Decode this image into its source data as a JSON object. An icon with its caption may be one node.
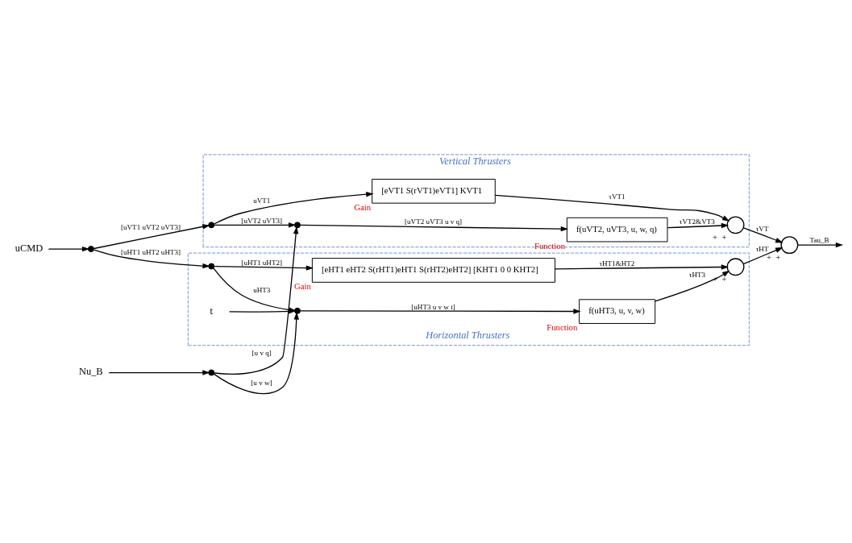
{
  "diagram": {
    "nodes": [
      {
        "text": [
          "Vertical Thrusters"
        ]
      },
      {
        "text": [
          "Horizontal Thrusters"
        ]
      },
      {
        "text": [
          "uCMD"
        ]
      },
      {
        "text": [
          "Nu_B"
        ]
      },
      {
        "text": [],
        "shape": "dot"
      },
      {
        "text": [],
        "shape": "dot"
      },
      {
        "text": [],
        "shape": "dot",
        "in": 0
      },
      {
        "text": [],
        "shape": "dot",
        "in": 0
      },
      {
        "text": [
          "[eVT1 S(rVT1)eVT1] KVT1"
        ],
        "beside": [
          "Gain"
        ],
        "in": 0
      },
      {
        "text": [
          "f(uVT2, uVT3, u, w, q)"
        ],
        "beside": [
          "Function"
        ],
        "in": 0
      },
      {
        "text": [],
        "shape": "circle",
        "beside": [
          "+",
          "+"
        ],
        "in": 0
      },
      {
        "text": [],
        "shape": "dot",
        "in": 1
      },
      {
        "text": [],
        "shape": "dot",
        "in": 1
      },
      {
        "text": [
          "f(uHT3, u, v, w)"
        ],
        "beside": [
          "Function"
        ],
        "in": 1
      },
      {
        "text": [
          "[eHT1 eHT2 S(rHT1)eHT1 S(rHT2)eHT2] [KHT1 0 0 KHT2]"
        ],
        "beside": [
          "Gain"
        ],
        "in": 1
      },
      {
        "text": [],
        "shape": "circle",
        "beside": [
          "+",
          "+"
        ],
        "in": 1
      },
      {
        "text": [],
        "shape": "circle",
        "beside": [
          "+",
          "+"
        ]
      },
      {
        "text": [
          "t"
        ],
        "in": 1
      }
    ],
    "edges": [
      {
        "from": 2,
        "to": 4,
        "arrow": "to"
      },
      {
        "from": 3,
        "to": 5,
        "arrow": "to"
      },
      {
        "from": 4,
        "to": 6,
        "arrow": "to",
        "label": "[uVT1 uVT2 uVT3]"
      },
      {
        "from": 4,
        "to": 11,
        "arrow": "to",
        "label": "[uHT1 uHT2 uHT3]"
      },
      {
        "from": 6,
        "to": 8,
        "arrow": "to",
        "label": "uVT1"
      },
      {
        "from": 6,
        "to": 7,
        "arrow": "to",
        "label": "[uVT2 uVT3]"
      },
      {
        "from": 5,
        "to": 7,
        "arrow": "to",
        "label": "[u v q]"
      },
      {
        "from": 5,
        "to": 12,
        "arrow": "to",
        "label": "[u v w]"
      },
      {
        "from": 11,
        "to": 12,
        "arrow": "to",
        "label": "uHT3"
      },
      {
        "from": 17,
        "to": 12,
        "arrow": "to"
      },
      {
        "from": 11,
        "to": 14,
        "arrow": "to",
        "label": "[uHT1 uHT2]"
      },
      {
        "from": 7,
        "to": 9,
        "arrow": "to",
        "label": "[uVT2 uVT3 u v q]"
      },
      {
        "from": 12,
        "to": 13,
        "arrow": "to",
        "label": "[uHT3 u v w t]"
      },
      {
        "from": 8,
        "to": 10,
        "arrow": "to",
        "label": "τVT1"
      },
      {
        "from": 9,
        "to": 10,
        "arrow": "to",
        "label": "τVT2&VT3"
      },
      {
        "from": 13,
        "to": 15,
        "arrow": "to",
        "label": "τHT3"
      },
      {
        "from": 14,
        "to": 15,
        "arrow": "to",
        "label": "τHT1&HT2"
      },
      {
        "from": 10,
        "to": 16,
        "arrow": "to",
        "label": "τVT"
      },
      {
        "from": 15,
        "to": 16,
        "arrow": "to",
        "label": "τHT"
      },
      {
        "from": 16,
        "to": null,
        "arrow": "to",
        "label": "Tau_B"
      }
    ]
  }
}
